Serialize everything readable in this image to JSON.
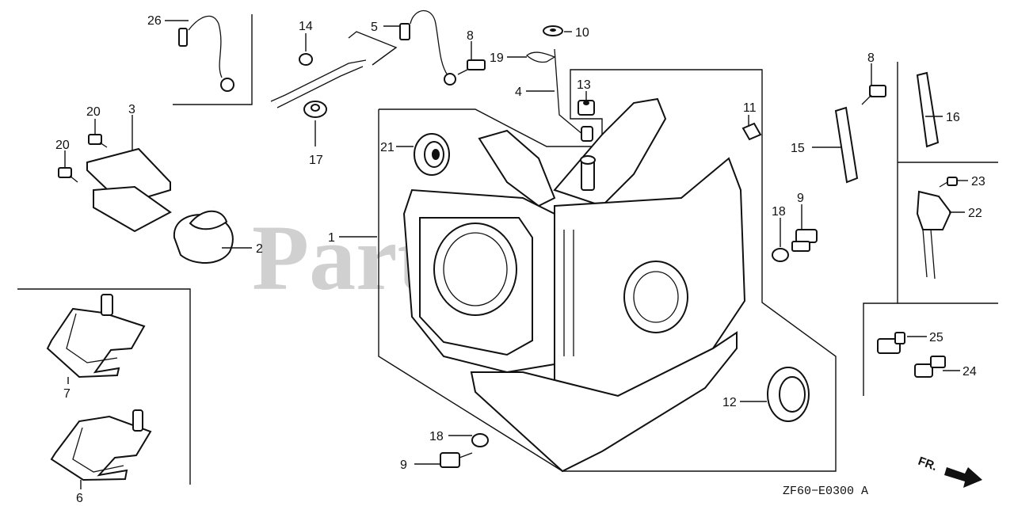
{
  "watermark": "PartsTree",
  "drawing_code": "ZF60−E0300 A",
  "front_marker": "FR.",
  "callouts": [
    {
      "id": "n1",
      "label": "1"
    },
    {
      "id": "n2",
      "label": "2"
    },
    {
      "id": "n3",
      "label": "3"
    },
    {
      "id": "n4",
      "label": "4"
    },
    {
      "id": "n5",
      "label": "5"
    },
    {
      "id": "n6",
      "label": "6"
    },
    {
      "id": "n7",
      "label": "7"
    },
    {
      "id": "n8a",
      "label": "8"
    },
    {
      "id": "n8b",
      "label": "8"
    },
    {
      "id": "n9a",
      "label": "9"
    },
    {
      "id": "n9b",
      "label": "9"
    },
    {
      "id": "n10",
      "label": "10"
    },
    {
      "id": "n11",
      "label": "11"
    },
    {
      "id": "n12",
      "label": "12"
    },
    {
      "id": "n13",
      "label": "13"
    },
    {
      "id": "n14",
      "label": "14"
    },
    {
      "id": "n15",
      "label": "15"
    },
    {
      "id": "n16",
      "label": "16"
    },
    {
      "id": "n17",
      "label": "17"
    },
    {
      "id": "n18a",
      "label": "18"
    },
    {
      "id": "n18b",
      "label": "18"
    },
    {
      "id": "n19",
      "label": "19"
    },
    {
      "id": "n20a",
      "label": "20"
    },
    {
      "id": "n20b",
      "label": "20"
    },
    {
      "id": "n21",
      "label": "21"
    },
    {
      "id": "n22",
      "label": "22"
    },
    {
      "id": "n23",
      "label": "23"
    },
    {
      "id": "n24",
      "label": "24"
    },
    {
      "id": "n25",
      "label": "25"
    },
    {
      "id": "n26",
      "label": "26"
    }
  ]
}
